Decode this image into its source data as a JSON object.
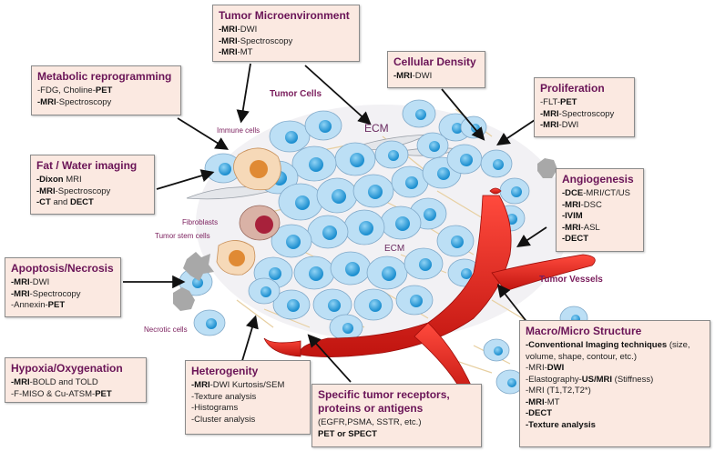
{
  "boxes": [
    {
      "id": "tumor-microenvironment",
      "title": "Tumor Microenvironment",
      "lines": [
        {
          "b": "-MRI",
          "t": "-DWI"
        },
        {
          "b": "-MRI",
          "t": "-Spectroscopy"
        },
        {
          "b": "-MRI",
          "t": "-MT"
        }
      ]
    },
    {
      "id": "metabolic-reprogramming",
      "title": "Metabolic reprogramming",
      "lines": [
        {
          "t": "-FDG, Choline-",
          "b2": "PET"
        },
        {
          "b": "-MRI",
          "t": "-Spectroscopy"
        }
      ]
    },
    {
      "id": "cellular-density",
      "title": "Cellular Density",
      "lines": [
        {
          "b": "-MRI",
          "t": "-DWI"
        }
      ]
    },
    {
      "id": "proliferation",
      "title": "Proliferation",
      "lines": [
        {
          "t": "-FLT-",
          "b2": "PET"
        },
        {
          "b": "-MRI",
          "t": "-Spectroscopy"
        },
        {
          "b": "-MRI",
          "t": "-DWI"
        }
      ]
    },
    {
      "id": "fat-water-imaging",
      "title": "Fat / Water imaging",
      "lines": [
        {
          "b": "-Dixon",
          "t": " MRI"
        },
        {
          "b": "-MRI",
          "t": "-Spectroscopy"
        },
        {
          "b": "-CT",
          "t": " and ",
          "b2": "DECT"
        }
      ]
    },
    {
      "id": "angiogenesis",
      "title": "Angiogenesis",
      "lines": [
        {
          "b": "-DCE",
          "t": "-MRI/CT/US"
        },
        {
          "b": "-MRI",
          "t": "-DSC"
        },
        {
          "b": "-IVIM"
        },
        {
          "b": "-MRI",
          "t": "-ASL"
        },
        {
          "b": "-DECT"
        }
      ]
    },
    {
      "id": "apoptosis-necrosis",
      "title": "Apoptosis/Necrosis",
      "lines": [
        {
          "b": "-MRI",
          "t": "-DWI"
        },
        {
          "b": "-MRI",
          "t": "-Spectrocopy"
        },
        {
          "t": "-Annexin-",
          "b2": "PET"
        }
      ]
    },
    {
      "id": "hypoxia-oxygenation",
      "title": "Hypoxia/Oxygenation",
      "lines": [
        {
          "b": "-MRI",
          "t": "-BOLD and TOLD"
        },
        {
          "t": "-F-MISO & Cu-ATSM-",
          "b2": "PET"
        }
      ]
    },
    {
      "id": "heterogenity",
      "title": "Heterogenity",
      "lines": [
        {
          "b": "-MRI",
          "t": "-DWI Kurtosis/SEM"
        },
        {
          "t": "-Texture analysis"
        },
        {
          "t": "-Histograms"
        },
        {
          "t": "-Cluster analysis"
        }
      ]
    },
    {
      "id": "specific-receptors",
      "title": "Specific tumor receptors, proteins or antigens",
      "lines": [
        {
          "t": "(EGFR,PSMA, SSTR, etc.)"
        },
        {
          "b": "PET or SPECT"
        }
      ]
    },
    {
      "id": "macro-micro-structure",
      "title": "Macro/Micro Structure",
      "lines": [
        {
          "b": "-Conventional Imaging techniques",
          "t": " (size,"
        },
        {
          "t": "volume, shape, contour, etc.)"
        },
        {
          "t": "-MRI-",
          "b2": "DWI"
        },
        {
          "t": "-Elastography-",
          "b2": "US/MRI",
          "t2": " (Stiffness)"
        },
        {
          "t": "-MRI (T1,T2,T2*)"
        },
        {
          "b": "-MRI",
          "t": "-MT"
        },
        {
          "b": "-DECT"
        },
        {
          "b": "-Texture analysis"
        }
      ]
    }
  ],
  "labels": {
    "tumor_cells": "Tumor Cells",
    "immune_cells": "Immune cells",
    "ecm_top": "ECM",
    "ecm_center": "ECM",
    "fibroblasts": "Fibroblasts",
    "tumor_stem_cells": "Tumor stem cells",
    "tumor_vessels": "Tumor Vessels",
    "necrotic_cells": "Necrotic cells"
  },
  "colors": {
    "title": "#6a1457",
    "box_fill": "#fbe9e1",
    "cell_fill": "#bcdff5",
    "nucleus": "#3aa6df",
    "vessel": "#e52420"
  }
}
